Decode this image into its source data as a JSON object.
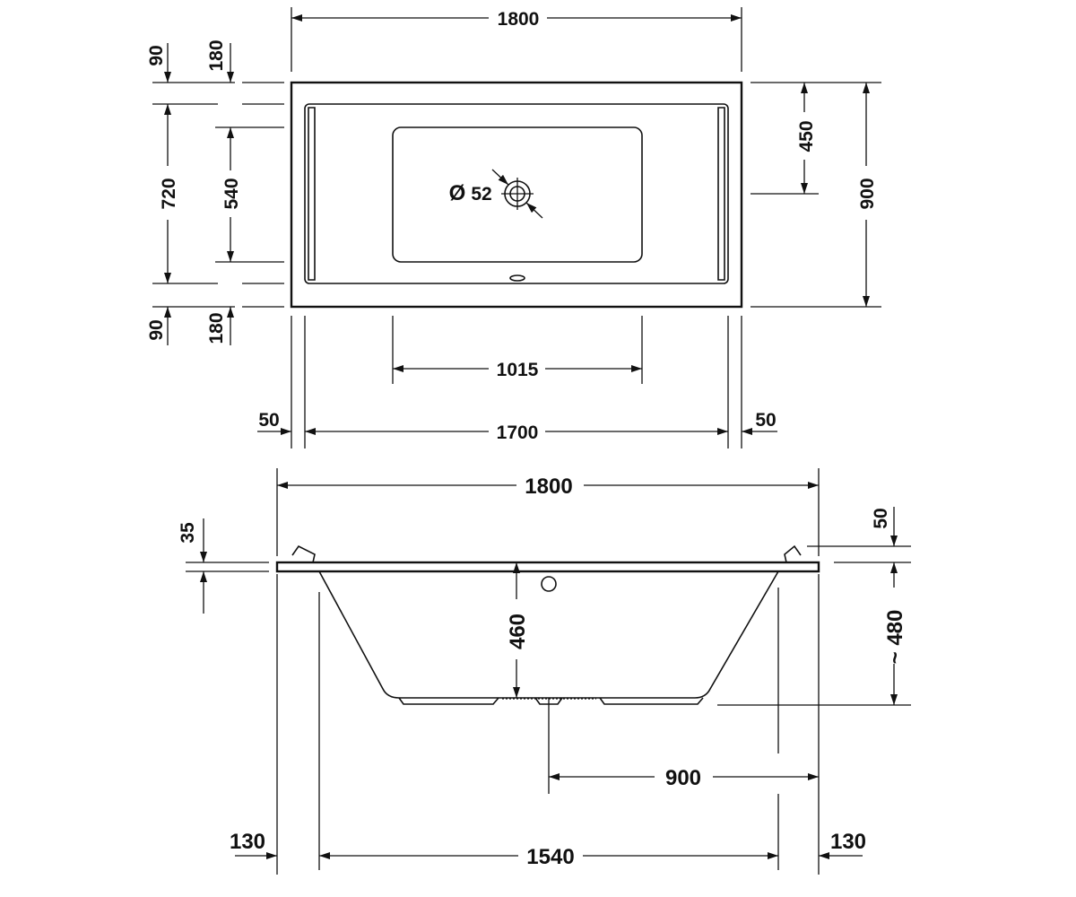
{
  "top_view": {
    "overall_length": "1800",
    "overall_width": "900",
    "inner_width_outer": "720",
    "inner_width_inner": "540",
    "rim_top_a": "90",
    "rim_top_b": "180",
    "rim_bottom_a": "90",
    "rim_bottom_b": "180",
    "drain_offset": "450",
    "drain_diameter_symbol": "Ø",
    "drain_diameter": "52",
    "floor_length": "1015",
    "inner_length": "1700",
    "side_left": "50",
    "side_right": "50"
  },
  "side_view": {
    "overall_length": "1800",
    "rim_thickness": "35",
    "rim_offset": "50",
    "inner_depth": "460",
    "total_height": "~ 480",
    "drain_position": "900",
    "foot_left": "130",
    "foot_right": "130",
    "base_length": "1540"
  }
}
